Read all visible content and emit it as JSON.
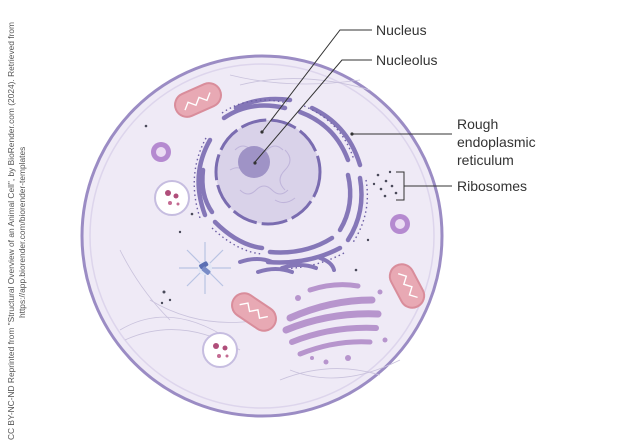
{
  "credit": {
    "line1": "CC BY-NC-ND Reprinted from \"Structural Overview of an Animal Cell\", by BioRender.com (2024). Retrieved from",
    "line2": "https://app.biorender.com/biorender-templates"
  },
  "labels": {
    "nucleus": "Nucleus",
    "nucleolus": "Nucleolus",
    "rer_line1": "Rough",
    "rer_line2": "endoplasmic",
    "rer_line3": "reticulum",
    "ribosomes": "Ribosomes"
  },
  "colors": {
    "membrane": "#9b8cc4",
    "cytoplasm": "#efeaf6",
    "nucleus_fill": "#d9d2e9",
    "nucleolus": "#9f93c6",
    "er": "#8577b8",
    "golgi": "#b795cd",
    "mitochondria": "#d98d9b",
    "leader_line": "#333333"
  }
}
